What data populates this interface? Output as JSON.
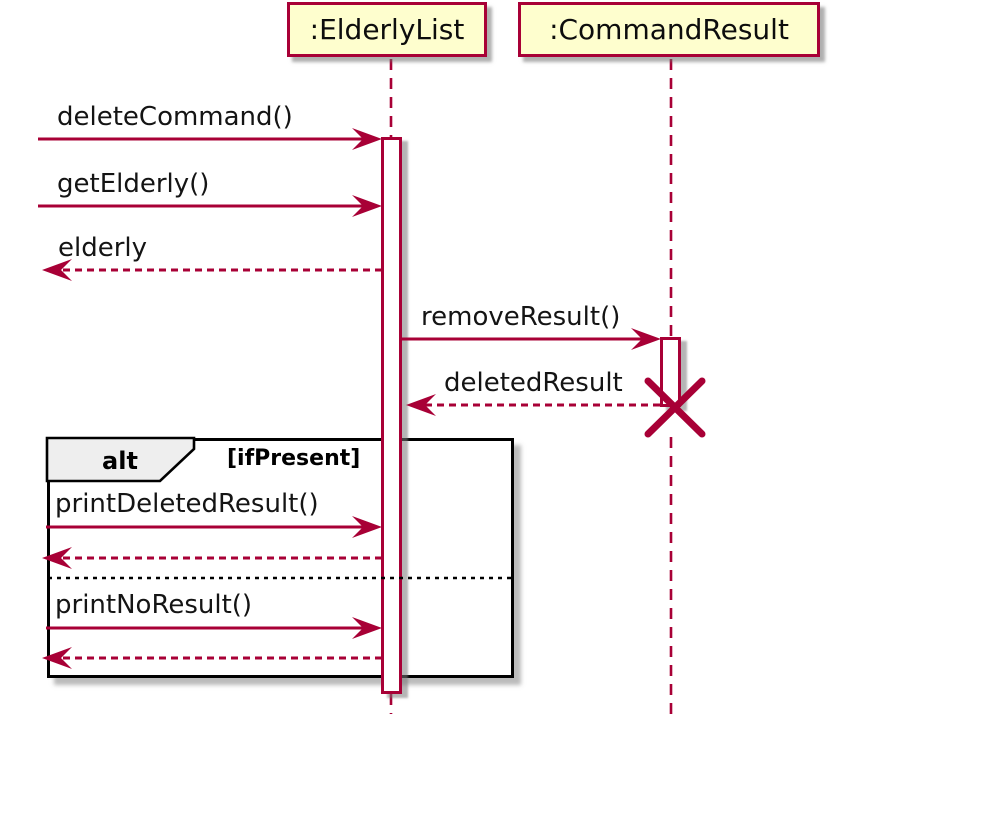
{
  "diagram_type": "uml-sequence-diagram",
  "colors": {
    "accent": "#A80036",
    "participant_fill": "#FEFECE",
    "fragment_label_fill": "#EEEEEE",
    "fragment_border": "#000000",
    "text": "#111111"
  },
  "participants": [
    {
      "name": ":ElderlyList"
    },
    {
      "name": ":CommandResult"
    }
  ],
  "messages": [
    {
      "label": "deleteCommand()",
      "kind": "sync",
      "to": ":ElderlyList"
    },
    {
      "label": "getElderly()",
      "kind": "sync",
      "to": ":ElderlyList"
    },
    {
      "label": "elderly",
      "kind": "return",
      "from": ":ElderlyList"
    },
    {
      "label": "removeResult()",
      "kind": "sync",
      "from": ":ElderlyList",
      "to": ":CommandResult"
    },
    {
      "label": "deletedResult",
      "kind": "return",
      "from": ":CommandResult",
      "to": ":ElderlyList",
      "destroys_target": true
    }
  ],
  "fragment": {
    "operator": "alt",
    "guard": "[ifPresent]",
    "branch1_message": {
      "label": "printDeletedResult()",
      "kind": "sync",
      "to": ":ElderlyList"
    },
    "branch2_message": {
      "label": "printNoResult()",
      "kind": "sync",
      "to": ":ElderlyList"
    }
  },
  "icons": {
    "destroy_cross": "✕",
    "arrowhead": "stealth-chevron"
  }
}
